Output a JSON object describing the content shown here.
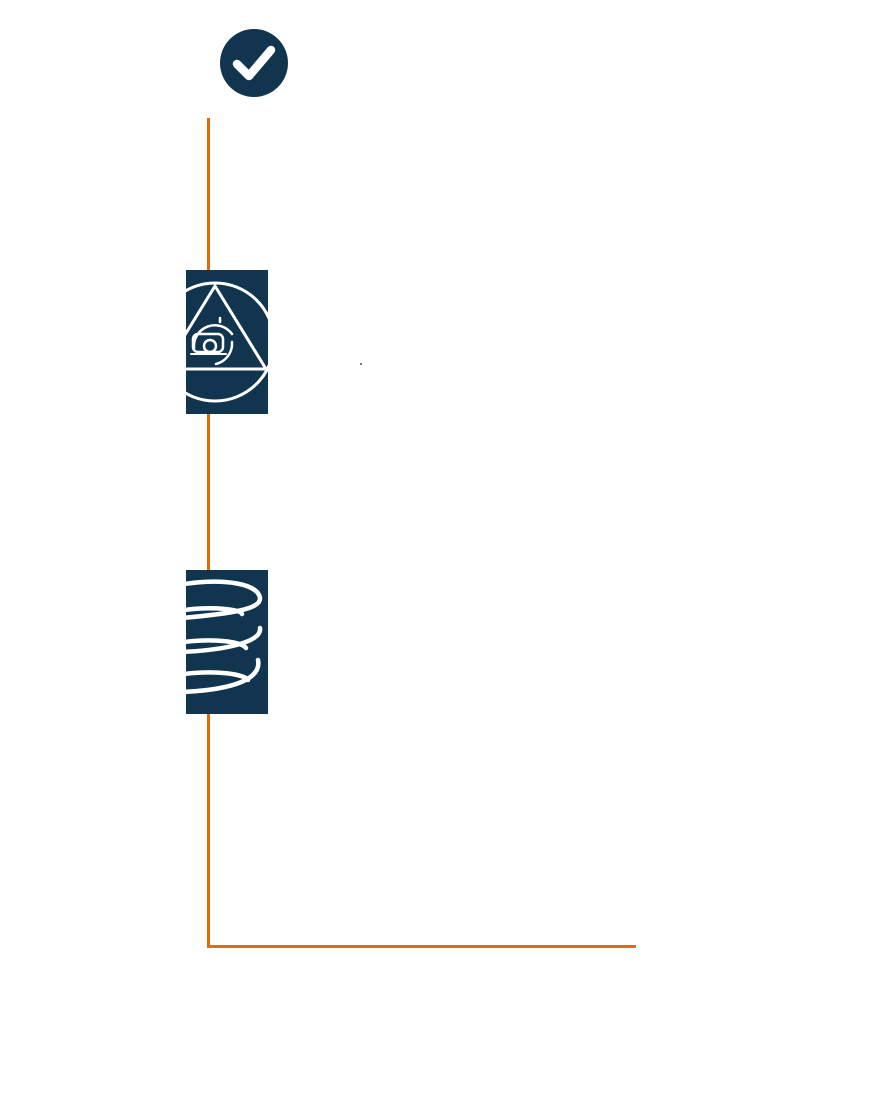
{
  "diagram": {
    "type": "vertical-timeline",
    "colors": {
      "timeline": "#e36c0a",
      "icon_background": "#12354f",
      "icon_foreground": "#ffffff",
      "page_background": "#fefefe"
    },
    "nodes": [
      {
        "icon": "check-circle-icon",
        "shape": "circle",
        "label": ""
      },
      {
        "icon": "robot-triangle-icon",
        "shape": "tile",
        "label": ""
      },
      {
        "icon": "spring-coil-icon",
        "shape": "tile",
        "label": ""
      }
    ],
    "end_connector": "horizontal-line"
  }
}
